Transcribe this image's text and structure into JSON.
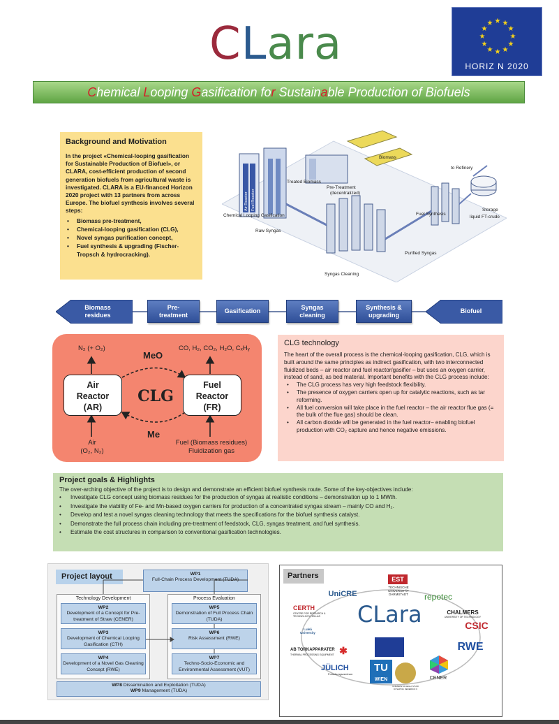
{
  "header": {
    "logo_c": "C",
    "logo_l": "L",
    "logo_ara": "ara",
    "eu_label": "HORIZ  N 2020",
    "banner": {
      "p1": "C",
      "p2": "hemical ",
      "p3": "L",
      "p4": "ooping ",
      "p5": "G",
      "p6": "asification fo",
      "p7": "r",
      "p8": " Sustain",
      "p9": "a",
      "p10": "ble Production of Biofuels"
    }
  },
  "background": {
    "title": "Background and Motivation",
    "text": "In the project «Chemical-looping gasification for Sustainable Production of Biofuel», or CLARA, cost-efficient production of second generation biofuels from agricultural waste is investigated. CLARA is a EU-financed Horizon 2020 project with 13 partners from across Europe. The biofuel synthesis involves several steps:",
    "steps": [
      "Biomass pre-treatment,",
      "Chemical-looping gasification (CLG),",
      "Novel syngas purification concept,",
      "Fuel synthesis & upgrading (Fischer-Tropsch & hydrocracking)."
    ]
  },
  "plant": {
    "labels": {
      "to_refinery": "to Refinery",
      "biomass": "Biomass",
      "treated_biomass": "Treated Biomass",
      "pretreatment": "Pre-Treatment",
      "pretreatment_sub": "(decentralized)",
      "clg": "Chemical Looping Gasification",
      "raw_syngas": "Raw Syngas",
      "fuel_synthesis": "Fuel Synthesis",
      "storage": "Storage",
      "liquid": "liquid FT-crude",
      "purified": "Purified Syngas",
      "syngas_cleaning": "Syngas Cleaning",
      "air_reactor": "Air Reactor",
      "fuel_reactor": "Fuel Reactor"
    }
  },
  "flow": {
    "steps": [
      {
        "l1": "Biomass",
        "l2": "residues"
      },
      {
        "l1": "Pre-",
        "l2": "treatment"
      },
      {
        "l1": "Gasification",
        "l2": ""
      },
      {
        "l1": "Syngas",
        "l2": "cleaning"
      },
      {
        "l1": "Synthesis &",
        "l2": "upgrading"
      },
      {
        "l1": "Biofuel",
        "l2": ""
      }
    ]
  },
  "clg_diagram": {
    "center": "CLG",
    "meo": "MeO",
    "me": "Me",
    "air_reactor": {
      "l1": "Air",
      "l2": "Reactor",
      "l3": "(AR)"
    },
    "fuel_reactor": {
      "l1": "Fuel",
      "l2": "Reactor",
      "l3": "(FR)"
    },
    "ar_out": "N₂ (+ O₂)",
    "fr_out": "CO, H₂, CO₂, H₂O, CₓHᵧ",
    "ar_in_1": "Air",
    "ar_in_2": "(O₂, N₂)",
    "fr_in_1": "Fuel (Biomass residues)",
    "fr_in_2": "Fluidization gas"
  },
  "clg_tech": {
    "title": "CLG technology",
    "text": "The heart of the overall process is the chemical-looping gasification, CLG, which is built around the same principles as indirect gasification, with two interconnected fluidized beds – air reactor and fuel reactor/gasifier – but uses an oxygen carrier, instead of sand, as bed material. Important benefits with the CLG process include:",
    "benefits": [
      "The CLG process has very high feedstock flexibility.",
      "The presence of oxygen carriers open up for catalytic reactions, such as tar reforming.",
      "All fuel conversion will take place in the fuel reactor – the air reactor flue gas (= the bulk of the flue gas) should be clean.",
      "All carbon dioxide will be generated in the fuel reactor– enabling biofuel production with CO₂ capture and hence negative emissions."
    ]
  },
  "goals": {
    "title": "Project goals & Highlights",
    "intro": "The over-arching objective of the project is to design and demonstrate an efficient biofuel synthesis route. Some of the key-objectives include:",
    "items": [
      "Investigate CLG concept using biomass residues for the production of syngas at realistic conditions – demonstration up to 1 MWth.",
      "Investigate the viability of Fe- and Mn-based oxygen carriers for production of a concentrated syngas stream – mainly CO and H₂.",
      "Develop and test a novel syngas cleaning technology that meets the specifications for the biofuel synthesis catalyst.",
      "Demonstrate the full process chain including pre-treatment of feedstock, CLG, syngas treatment, and fuel synthesis.",
      "Estimate the cost structures in comparison to conventional gasification technologies."
    ]
  },
  "layout": {
    "title": "Project layout",
    "wp1": {
      "id": "WP1",
      "text": "Full-Chain Process Development (TUDA)"
    },
    "tech_dev": "Technology Development",
    "proc_eval": "Process Evaluation",
    "wp2": {
      "id": "WP2",
      "text": "Development of a Concept for Pre-treatment of Straw (CENER)"
    },
    "wp3": {
      "id": "WP3",
      "text": "Development of Chemical Looping Gasification (CTH)"
    },
    "wp4": {
      "id": "WP4",
      "text": "Development of a Novel Gas Cleaning Concept (RWE)"
    },
    "wp5": {
      "id": "WP5",
      "text": "Demonstration of Full Process Chain (TUDA)"
    },
    "wp6": {
      "id": "WP6",
      "text": "Risk Assessment (RWE)"
    },
    "wp7": {
      "id": "WP7",
      "text": "Techno-Socio-Economic and Environmental Assessment (VUT)"
    },
    "wp8": {
      "id": "WP8",
      "text": "Dissemination and Exploitation (TUDA)"
    },
    "wp9": {
      "id": "WP9",
      "text": "Management (TUDA)"
    }
  },
  "partners": {
    "title": "Partners",
    "logos": {
      "est": "EST",
      "tuda": "TECHNISCHE UNIVERSITÄT DARMSTADT",
      "unicre": "UniCRE",
      "repotec": "repotec",
      "certh": "CERTH",
      "certh_sub": "CENTRE FOR RESEARCH & TECHNOLOGY HELLAS",
      "clara": "CLara",
      "chalmers": "CHALMERS",
      "chalmers_sub": "UNIVERSITY OF TECHNOLOGY",
      "csic": "CSIC",
      "lulea": "Luleå University",
      "torkapparater": "AB TORKAPPARATER",
      "tork_sub": "THERMAL PROCESSING EQUIPMENT",
      "rwe": "RWE",
      "julich": "JÜLICH",
      "julich_sub": "Forschungszentrum",
      "tuwien_tu": "TU",
      "tuwien_wien": "WIEN",
      "unina": "UNIVERSITÀ DEGLI STUDI DI NAPOLI FEDERICO II",
      "cener": "CENER"
    }
  },
  "colors": {
    "banner_green": "#5fa544",
    "bg_yellow": "#fbe08f",
    "clg_salmon": "#f4856f",
    "clg_text_pink": "#fcd5cc",
    "goals_green": "#c5deb4",
    "flow_blue": "#2f4f98",
    "wp_blue": "#bdd3ea"
  }
}
